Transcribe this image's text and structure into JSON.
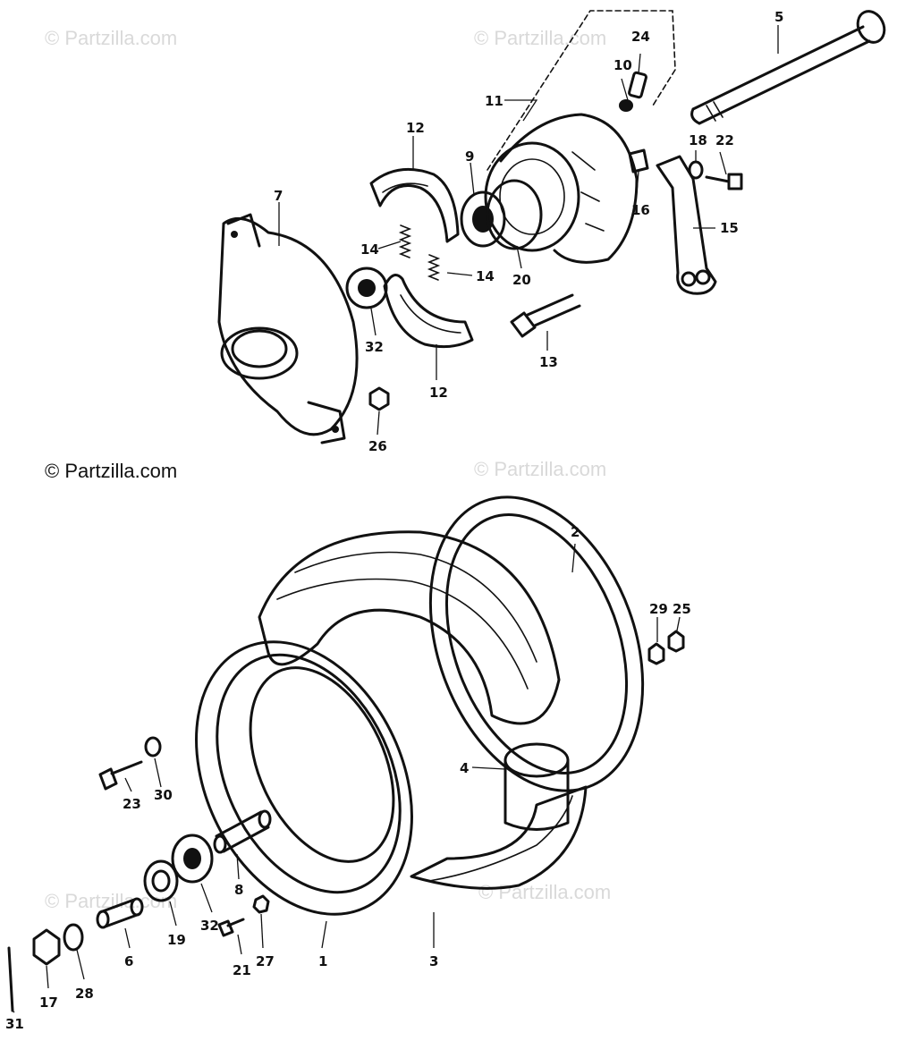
{
  "watermarks": {
    "light": "© Partzilla.com",
    "dark": "© Partzilla.com"
  },
  "callouts": {
    "p1": "1",
    "p2": "2",
    "p3": "3",
    "p4": "4",
    "p5": "5",
    "p6": "6",
    "p7": "7",
    "p8": "8",
    "p9": "9",
    "p10": "10",
    "p11": "11",
    "p12": "12",
    "p13": "13",
    "p14": "14",
    "p15": "15",
    "p16": "16",
    "p17": "17",
    "p18": "18",
    "p19": "19",
    "p20": "20",
    "p21": "21",
    "p22": "22",
    "p23": "23",
    "p24": "24",
    "p25": "25",
    "p26": "26",
    "p27": "27",
    "p28": "28",
    "p29": "29",
    "p30": "30",
    "p31": "31",
    "p32": "32"
  }
}
